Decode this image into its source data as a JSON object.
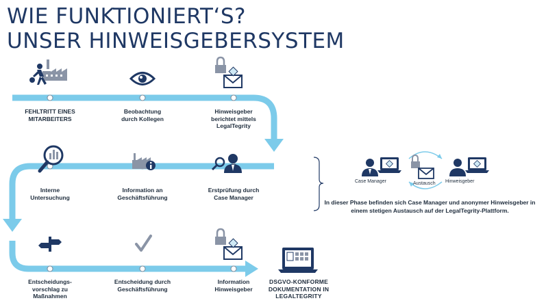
{
  "title": {
    "line1": "WIE FUNKTIONIERT‘S?",
    "line2": "UNSER HINWEISGEBERSYSTEM"
  },
  "steps": [
    {
      "label": "FEHLTRITT EINES\nMITARBEITERS",
      "icon": "employee-misconduct-icon"
    },
    {
      "label": "Beobachtung\ndurch Kollegen",
      "icon": "eye-icon"
    },
    {
      "label": "Hinweisgeber\nberichtet mittels\nLegalTegrity",
      "icon": "lock-envelope-icon"
    },
    {
      "label": "Erstprüfung durch\nCase Manager",
      "icon": "case-manager-icon"
    },
    {
      "label": "Information an\nGeschäftsführung",
      "icon": "factory-info-icon"
    },
    {
      "label": "Interne\nUntersuchung",
      "icon": "magnifier-icon"
    },
    {
      "label": "Entscheidungs-\nvorschlag zu\nMaßnahmen",
      "icon": "signpost-icon"
    },
    {
      "label": "Entscheidung durch\nGeschäftsführung",
      "icon": "checkmark-icon"
    },
    {
      "label": "Information\nHinweisgeber",
      "icon": "lock-envelope-icon"
    }
  ],
  "final": {
    "label": "DSGVO-KONFORME\nDOKUMENTATION IN\nLEGALTEGRITY",
    "icon": "laptop-document-icon"
  },
  "exchange": {
    "case_manager": "Case Manager",
    "austausch": "Austausch",
    "hinweisgeber": "Hinweisgeber",
    "description": "In dieser Phase befinden sich Case Manager und anonymer Hinweisgeber in einem stetigen Austausch auf der LegalTegrity-Plattform."
  },
  "colors": {
    "title": "#1f3864",
    "flow": "#7ccbea",
    "icon": "#1f3864",
    "icon_gray": "#8a94a6"
  }
}
